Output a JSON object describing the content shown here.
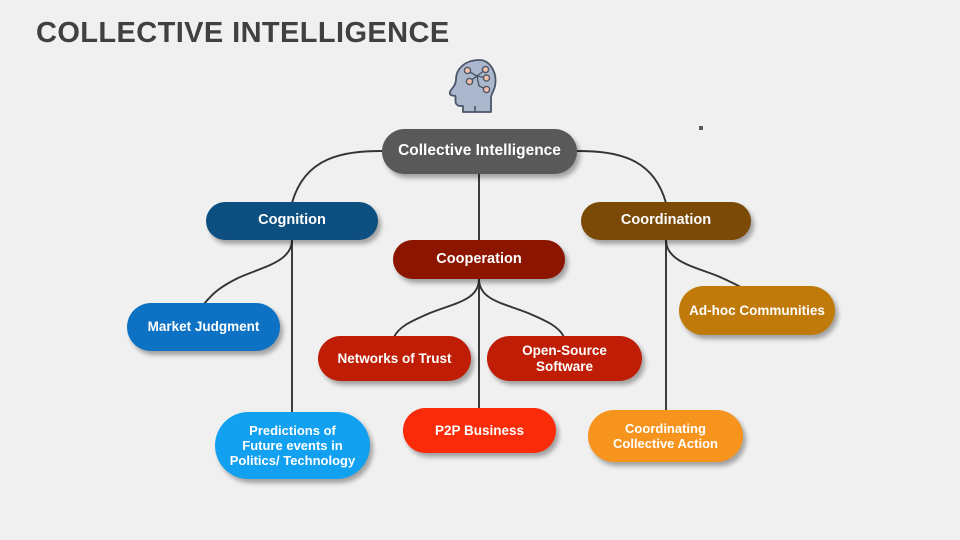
{
  "page": {
    "title": "COLLECTIVE INTELLIGENCE",
    "background_color": "#f0f0f0",
    "title_color": "#404040"
  },
  "icon": {
    "name": "brain-head-network-icon",
    "head_fill": "#aab7cc",
    "head_stroke": "#4a5568",
    "node_fill": "#f7c0a8"
  },
  "diagram": {
    "type": "mind-map",
    "connector_color": "#333333",
    "root": {
      "label": "Collective Intelligence",
      "color": "#595959",
      "text_color": "#ffffff"
    },
    "branches": [
      {
        "label": "Cognition",
        "color": "#0d4f80",
        "text_color": "#ffffff",
        "children": [
          {
            "label": "Market Judgment",
            "color": "#0d72c4",
            "text_color": "#ffffff"
          },
          {
            "label": "Predictions of Future events in Politics/ Technology",
            "lines": [
              "Predictions of",
              "Future events in",
              "Politics/ Technology"
            ],
            "color": "#12a0f0",
            "text_color": "#ffffff"
          }
        ]
      },
      {
        "label": "Cooperation",
        "color": "#8c1500",
        "text_color": "#ffffff",
        "children": [
          {
            "label": "Networks of Trust",
            "color": "#bf1d05",
            "text_color": "#ffffff"
          },
          {
            "label": "Open-Source Software",
            "color": "#bf1d05",
            "text_color": "#ffffff"
          },
          {
            "label": "P2P Business",
            "color": "#fa2b08",
            "text_color": "#ffffff"
          }
        ]
      },
      {
        "label": "Coordination",
        "color": "#7a4a06",
        "text_color": "#ffffff",
        "children": [
          {
            "label": "Ad-hoc Communities",
            "color": "#c07a09",
            "text_color": "#ffffff"
          },
          {
            "label": "Coordinating Collective Action",
            "lines": [
              "Coordinating",
              "Collective Action"
            ],
            "color": "#f7941e",
            "text_color": "#ffffff"
          }
        ]
      }
    ]
  }
}
